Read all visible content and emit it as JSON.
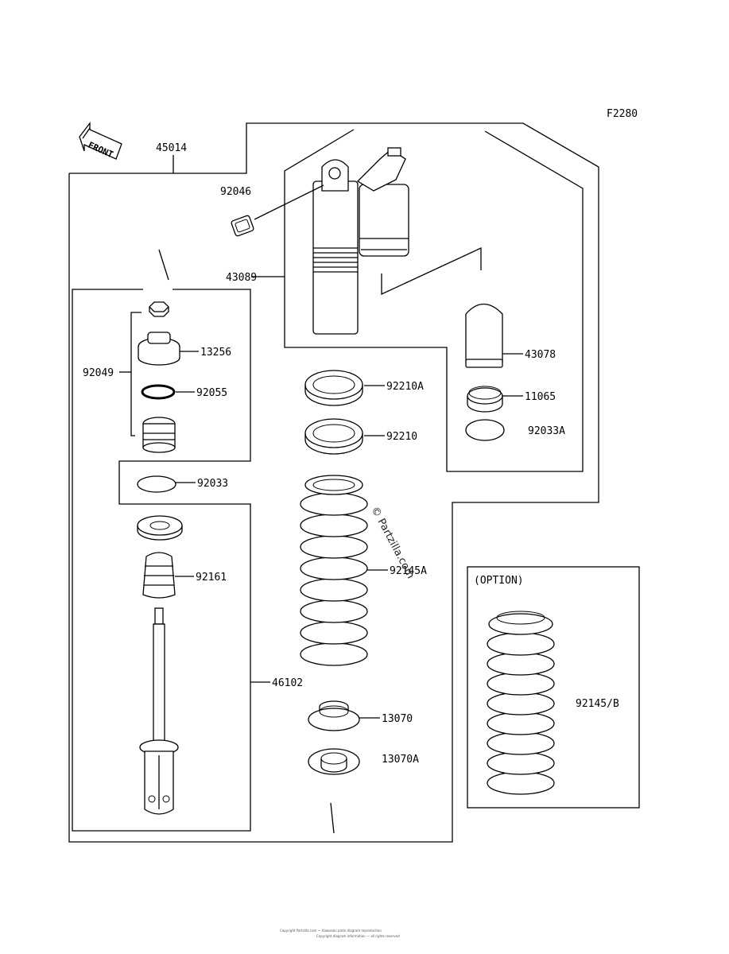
{
  "figure_code": "F2280",
  "front_label": "FRONT",
  "option_label": "(OPTION)",
  "watermark": "© Partzilla.com",
  "parts": {
    "p45014": "45014",
    "p92046": "92046",
    "p43089": "43089",
    "p43078": "43078",
    "p11065": "11065",
    "p92033A": "92033A",
    "p92210A": "92210A",
    "p92210": "92210",
    "p92145A": "92145A",
    "p13070": "13070",
    "p13070A": "13070A",
    "p92049": "92049",
    "p13256": "13256",
    "p92055": "92055",
    "p92033": "92033",
    "p92161": "92161",
    "p46102": "46102",
    "p92145B": "92145/B"
  },
  "footer_lines": [
    "Copyright Partzilla.com — Kawasaki parts diagram reproduction",
    "Copyright diagram information — all rights reserved"
  ]
}
